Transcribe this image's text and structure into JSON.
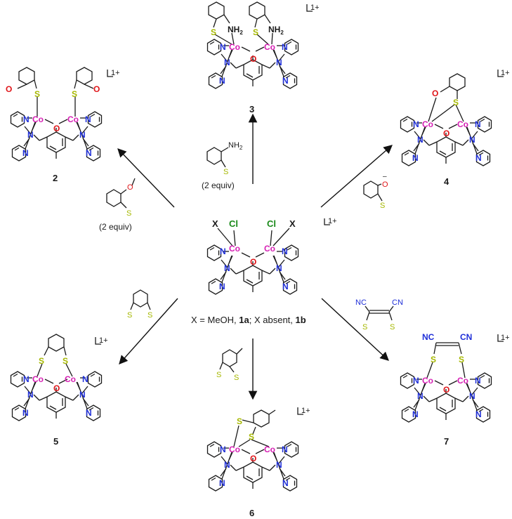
{
  "colors": {
    "cobalt": "#d61fb4",
    "nitrogen": "#1f2fd8",
    "oxygen": "#e0161a",
    "sulfur": "#a6b800",
    "chlorine": "#1a8a1a",
    "bond": "#1a1a1a"
  },
  "atoms": {
    "co": "Co",
    "n": "N",
    "o": "O",
    "s": "S",
    "cl": "Cl",
    "x": "X",
    "nh2": "NH",
    "nh2_sub": "2",
    "nc": "NC",
    "cn": "CN",
    "o_anion": "O",
    "charge_minus": "–"
  },
  "charge": "1+",
  "center": {
    "caption_prefix": "X = MeOH, ",
    "caption_1a": "1a",
    "caption_mid": "; X absent, ",
    "caption_1b": "1b"
  },
  "compounds": {
    "c2": "2",
    "c3": "3",
    "c4": "4",
    "c5": "5",
    "c6": "6",
    "c7": "7"
  },
  "reagents": {
    "to2_equiv": "(2 equiv)",
    "to3_equiv": "(2 equiv)"
  }
}
